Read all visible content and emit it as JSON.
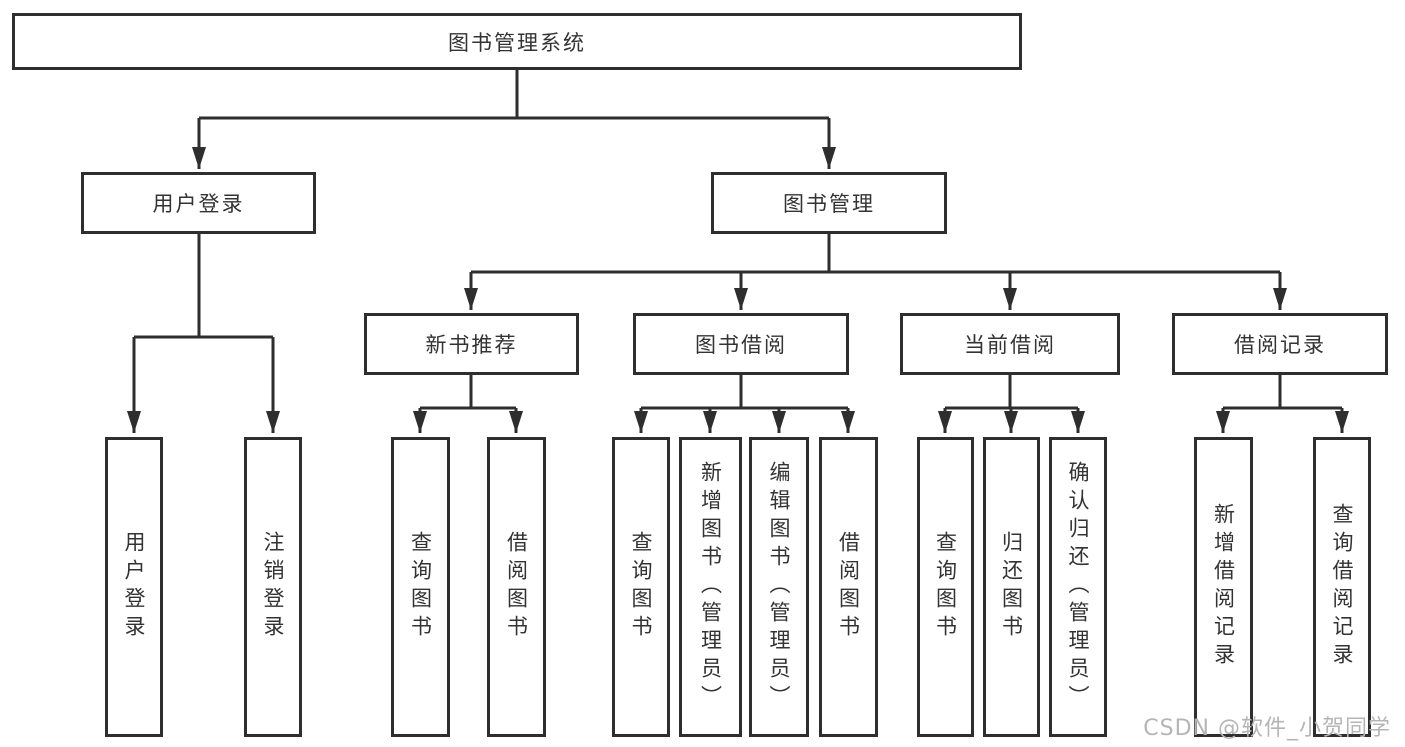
{
  "tree": {
    "label": "图书管理系统",
    "children": [
      {
        "label": "用户登录",
        "children": [
          {
            "label": "用户登录"
          },
          {
            "label": "注销登录"
          }
        ]
      },
      {
        "label": "图书管理",
        "children": [
          {
            "label": "新书推荐",
            "children": [
              {
                "label": "查询图书"
              },
              {
                "label": "借阅图书"
              }
            ]
          },
          {
            "label": "图书借阅",
            "children": [
              {
                "label": "查询图书"
              },
              {
                "label": "新增图书（管理员）"
              },
              {
                "label": "编辑图书（管理员）"
              },
              {
                "label": "借阅图书"
              }
            ]
          },
          {
            "label": "当前借阅",
            "children": [
              {
                "label": "查询图书"
              },
              {
                "label": "归还图书"
              },
              {
                "label": "确认归还（管理员）"
              }
            ]
          },
          {
            "label": "借阅记录",
            "children": [
              {
                "label": "新增借阅记录"
              },
              {
                "label": "查询借阅记录"
              }
            ]
          }
        ]
      }
    ]
  },
  "watermark": {
    "text": "CSDN @软件_小贺同学"
  },
  "colors": {
    "line": "#2e2e2e",
    "text": "#333333",
    "box_fill": "#ffffff",
    "background": "#ffffff",
    "watermark": "#b5b5b5"
  }
}
